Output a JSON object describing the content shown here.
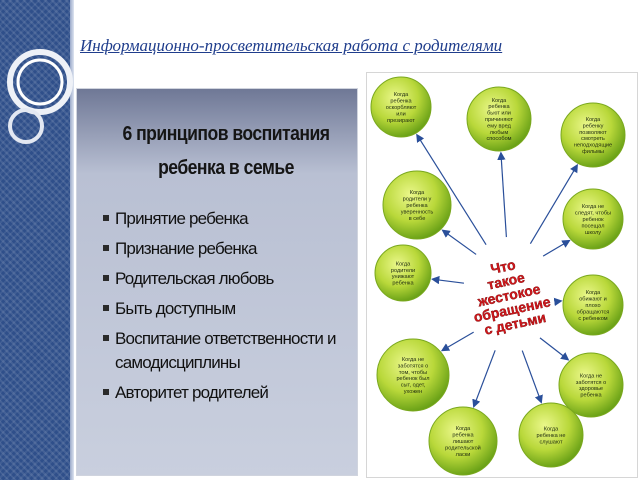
{
  "page": {
    "title": "Информационно-просветительская работа с родителями"
  },
  "slide": {
    "heading_line1": "6 принципов воспитания",
    "heading_line2": "ребенка в семье",
    "principles": [
      "Принятие ребенка",
      "Признание ребенка",
      "Родительская любовь",
      "Быть доступным",
      "Воспитание ответственности и самодисциплины",
      "Авторитет родителей"
    ]
  },
  "diagram": {
    "center_lines": [
      "Что",
      "такое",
      "жестокое",
      "обращение",
      "с детьми"
    ],
    "bubbles": [
      {
        "lines": [
          "Когда",
          "ребенка",
          "оскорбляют",
          "или",
          "презирают"
        ]
      },
      {
        "lines": [
          "Когда",
          "ребенка",
          "бьют или",
          "причиняют",
          "ему вред",
          "любым",
          "способом"
        ]
      },
      {
        "lines": [
          "Когда",
          "ребенку",
          "позволяют",
          "смотреть",
          "неподходящие",
          "фильмы"
        ]
      },
      {
        "lines": [
          "Когда",
          "родители у",
          "ребенка",
          "уверенность",
          "в себе"
        ]
      },
      {
        "lines": [
          "Когда не",
          "следят, чтобы",
          "ребенок",
          "посещал",
          "школу"
        ]
      },
      {
        "lines": [
          "Когда",
          "родители",
          "унижают",
          "ребенка"
        ]
      },
      {
        "lines": [
          "Когда",
          "обижают и",
          "плохо",
          "обращаются",
          "с ребенком"
        ]
      },
      {
        "lines": [
          "Когда не",
          "заботятся о",
          "том, чтобы",
          "ребенок был",
          "сыт, одет,",
          "ухожен"
        ]
      },
      {
        "lines": [
          "Когда не",
          "заботятся о",
          "здоровье",
          "ребенка"
        ]
      },
      {
        "lines": [
          "Когда",
          "ребенка",
          "лишают",
          "родительской",
          "ласки"
        ]
      },
      {
        "lines": [
          "Когда",
          "ребенка не",
          "слушают"
        ]
      }
    ]
  },
  "colors": {
    "title": "#1f3d8c",
    "bubble_light": "#eaf78a",
    "bubble_dark": "#5f9a12",
    "center_text": "#d4161b",
    "arrows": "#2a4f9a"
  }
}
